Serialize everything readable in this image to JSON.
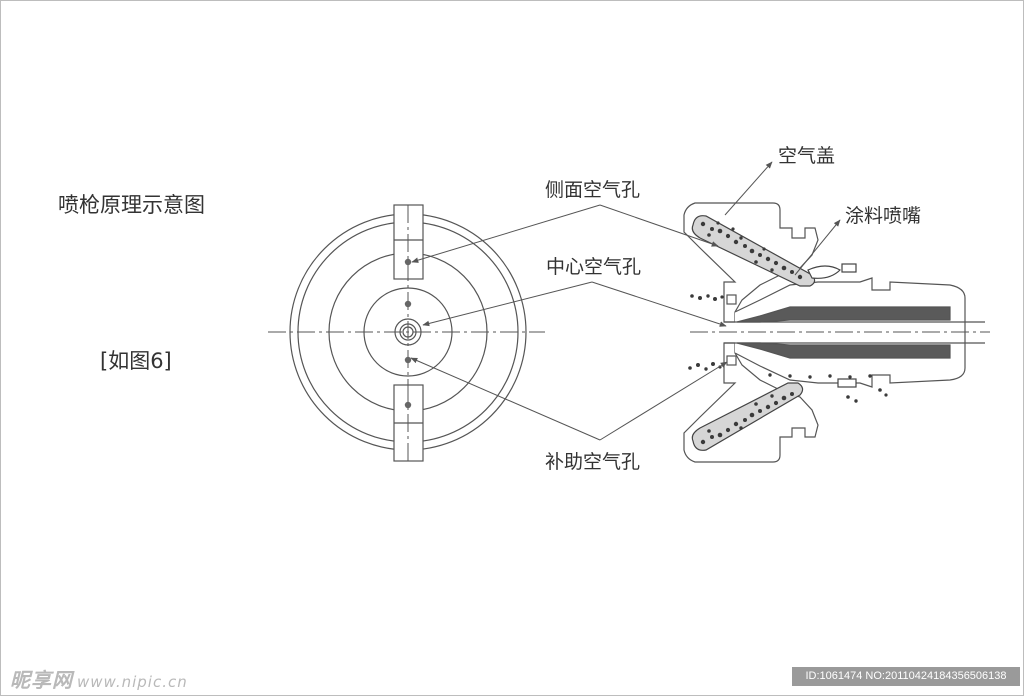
{
  "diagram": {
    "title": "喷枪原理示意图",
    "figure_ref": "[如图6]",
    "labels": {
      "side_air_hole": "侧面空气孔",
      "center_air_hole": "中心空气孔",
      "aux_air_hole": "补助空气孔",
      "air_cap": "空气盖",
      "paint_nozzle": "涂料喷嘴"
    }
  },
  "watermark": {
    "site_name": "昵享网",
    "site_url": "www.nipic.cn",
    "image_id": "ID:1061474 NO:20110424184356506138"
  },
  "colors": {
    "line": "#555555",
    "paint_fill": "#5a5a5a",
    "paint_dots": "#3a3a3a",
    "paint_bg": "#d6d6d6",
    "label_text": "#333333"
  }
}
